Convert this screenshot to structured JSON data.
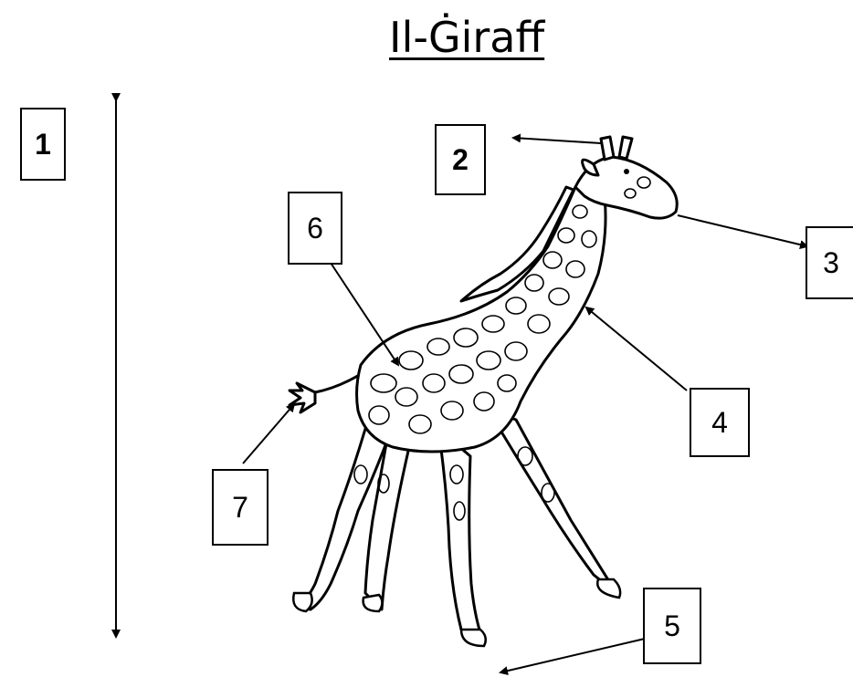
{
  "title": "Il-Ġiraff",
  "labels": {
    "l1": "1",
    "l2": "2",
    "l3": "3",
    "l4": "4",
    "l5": "5",
    "l6": "6",
    "l7": "7"
  }
}
